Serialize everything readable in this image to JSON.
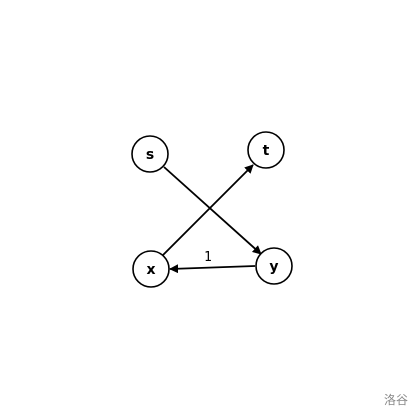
{
  "graph": {
    "nodes": {
      "s": {
        "label": "s"
      },
      "t": {
        "label": "t"
      },
      "x": {
        "label": "x"
      },
      "y": {
        "label": "y"
      }
    },
    "edges": [
      {
        "from": "s",
        "to": "y",
        "label": ""
      },
      {
        "from": "x",
        "to": "t",
        "label": ""
      },
      {
        "from": "y",
        "to": "x",
        "label": "1"
      }
    ]
  },
  "watermark": "洛谷"
}
